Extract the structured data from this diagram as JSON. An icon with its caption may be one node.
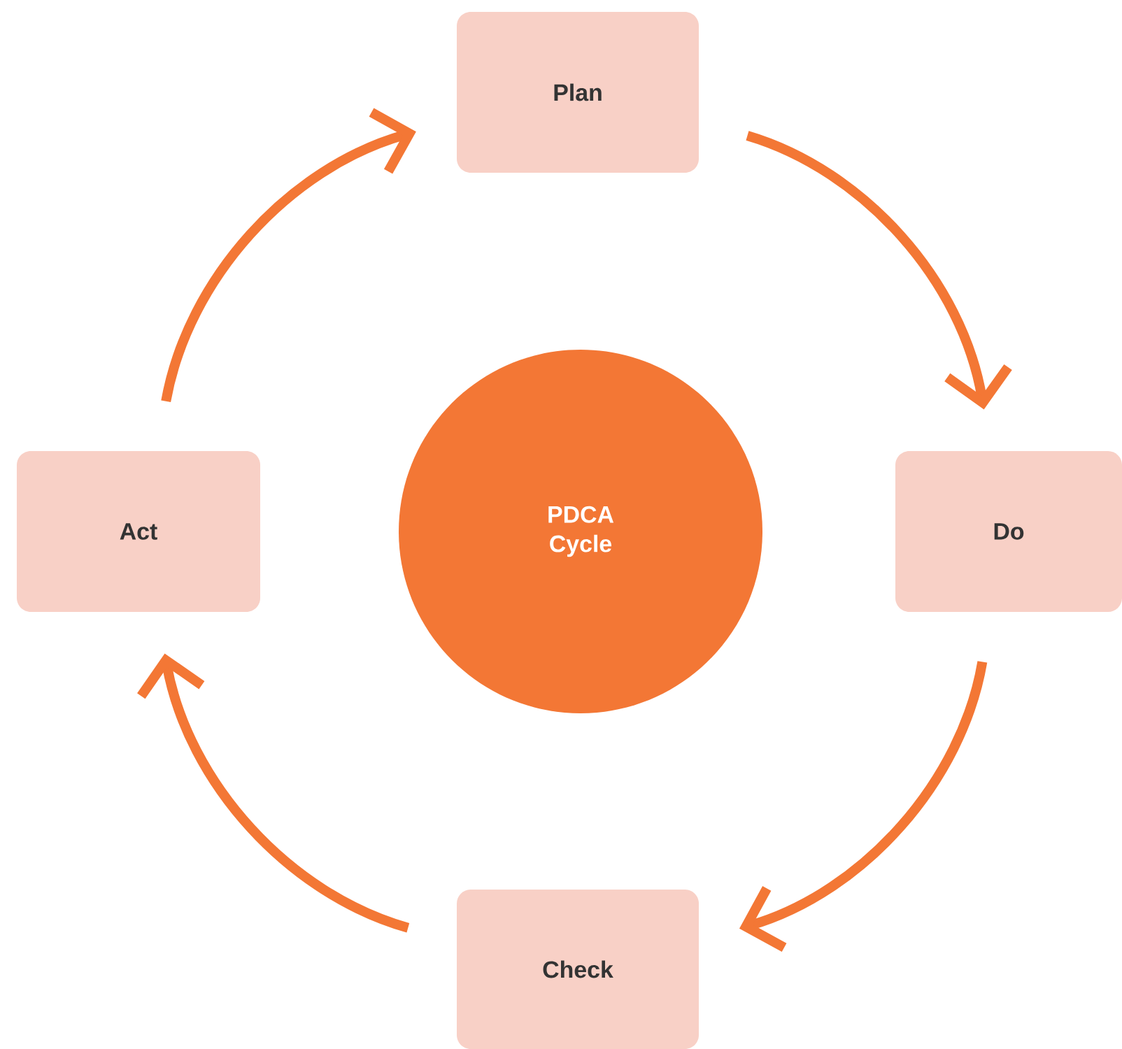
{
  "diagram": {
    "nodes": [
      {
        "text": [
          "Plan"
        ]
      },
      {
        "text": [
          "Do"
        ]
      },
      {
        "text": [
          "Check"
        ]
      },
      {
        "text": [
          "Act"
        ]
      },
      {
        "text": [
          "PDCA Cycle"
        ]
      }
    ],
    "edges": [
      {
        "from": 0,
        "to": 1,
        "arrow": "to"
      },
      {
        "from": 1,
        "to": 2,
        "arrow": "to"
      },
      {
        "from": 2,
        "to": 3,
        "arrow": "to"
      },
      {
        "from": 3,
        "to": 0,
        "arrow": "to"
      }
    ]
  }
}
